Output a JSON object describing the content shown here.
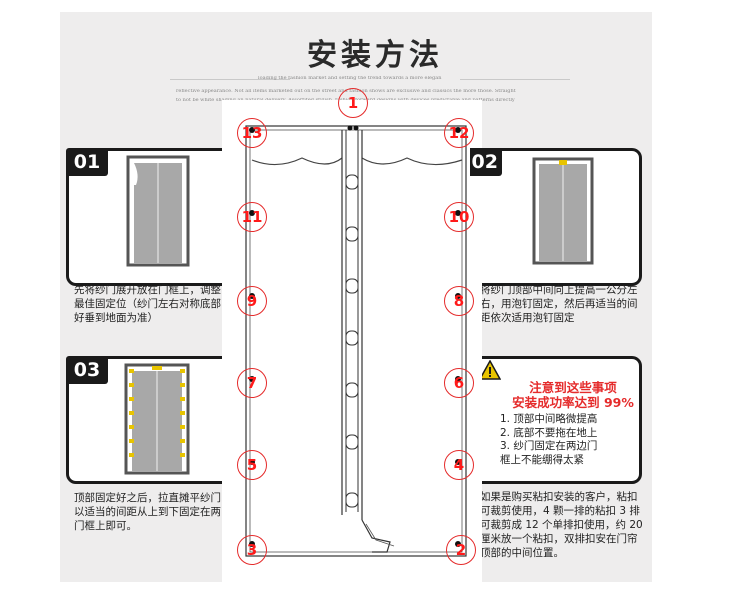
{
  "title": "安装方法",
  "subtitle_lines": [
    "loading the fashion market and setting the trend towards a more elegan",
    "reflective appearance. Not all items marketed out on the street and fashion shows are exclusive and classics the more those. Straight it",
    "to not be white shading an natural delivery. Assortited stylish, fashion forward designs with devices predictable and patterns directly in trim"
  ],
  "steps": [
    {
      "badge": "01",
      "text": "先将纱门展开放在门框上，调整\n最佳固定位（纱门左右对称底部\n好垂到地面为准）"
    },
    {
      "badge": "02",
      "text": "将纱门顶部中间向上提高一公分左\n右，用泡钉固定，然后再适当的间\n距依次适用泡钉固定"
    },
    {
      "badge": "03",
      "text": "顶部固定好之后，拉直摊平纱门\n以适当的间距从上到下固定在两\n门框上即可。"
    },
    {
      "badge": "",
      "text": "如果是购买粘扣安装的客户，粘扣\n可裁剪使用，4 颗一排的粘扣 3 排\n可裁剪成 12 个单排扣使用，约 20\n厘米放一个粘扣，双排扣安在门帘\n顶部的中间位置。"
    }
  ],
  "notice": {
    "title": "注意到这些事项\n安装成功率达到 99%",
    "items": "1. 顶部中间略微提高\n2. 底部不要拖在地上\n3. 纱门固定在两边门\n    框上不能绷得太紧",
    "icon": "warning-triangle-icon"
  },
  "markers": [
    "1",
    "2",
    "3",
    "4",
    "5",
    "6",
    "7",
    "8",
    "9",
    "10",
    "11",
    "12",
    "13"
  ],
  "colors": {
    "accent_red": "#e52b2b",
    "dark": "#1a1a1a",
    "gold": "#e8c400",
    "curtain": "#a8a8a8"
  }
}
